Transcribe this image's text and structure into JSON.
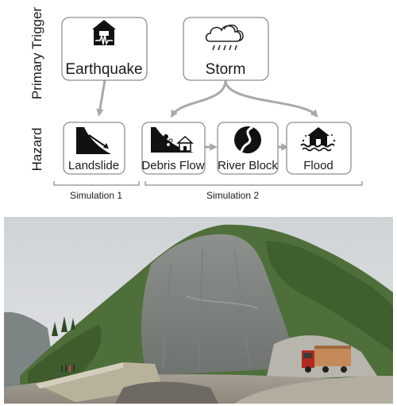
{
  "rows": {
    "primary_trigger": "Primary Trigger",
    "hazard": "Hazard"
  },
  "triggers": {
    "earthquake": "Earthquake",
    "storm": "Storm"
  },
  "hazards": {
    "landslide": "Landslide",
    "debris_flow": "Debris Flow",
    "river_block": "River Block",
    "flood": "Flood"
  },
  "simulations": {
    "sim1": "Simulation 1",
    "sim2": "Simulation 2"
  },
  "icons": {
    "earthquake": "house-seismograph-icon",
    "storm": "rain-cloud-icon",
    "landslide": "slope-arrow-icon",
    "debris_flow": "debris-house-icon",
    "river_block": "river-icon",
    "flood": "flooded-house-icon"
  },
  "colors": {
    "arrow": "#a9a9a9",
    "box_border": "#8f8f8f"
  },
  "photo": {
    "icon": "landslide-site-photo"
  }
}
